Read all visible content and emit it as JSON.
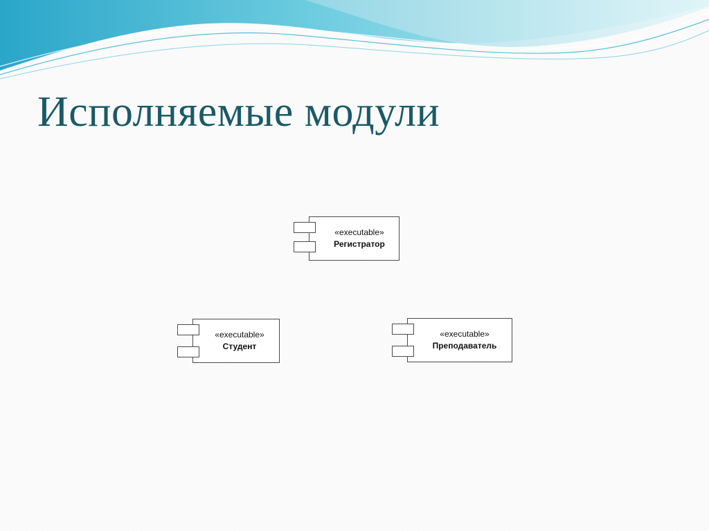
{
  "slide": {
    "title": "Исполняемые модули"
  },
  "diagram": {
    "components": [
      {
        "stereotype": "«executable»",
        "name": "Регистратор"
      },
      {
        "stereotype": "«executable»",
        "name": "Студент"
      },
      {
        "stereotype": "«executable»",
        "name": "Преподаватель"
      }
    ]
  },
  "colors": {
    "title": "#1a5a66",
    "wave_dark": "#4fb8d8",
    "wave_light": "#bfe8ef",
    "outline": "#4a4a4a"
  }
}
